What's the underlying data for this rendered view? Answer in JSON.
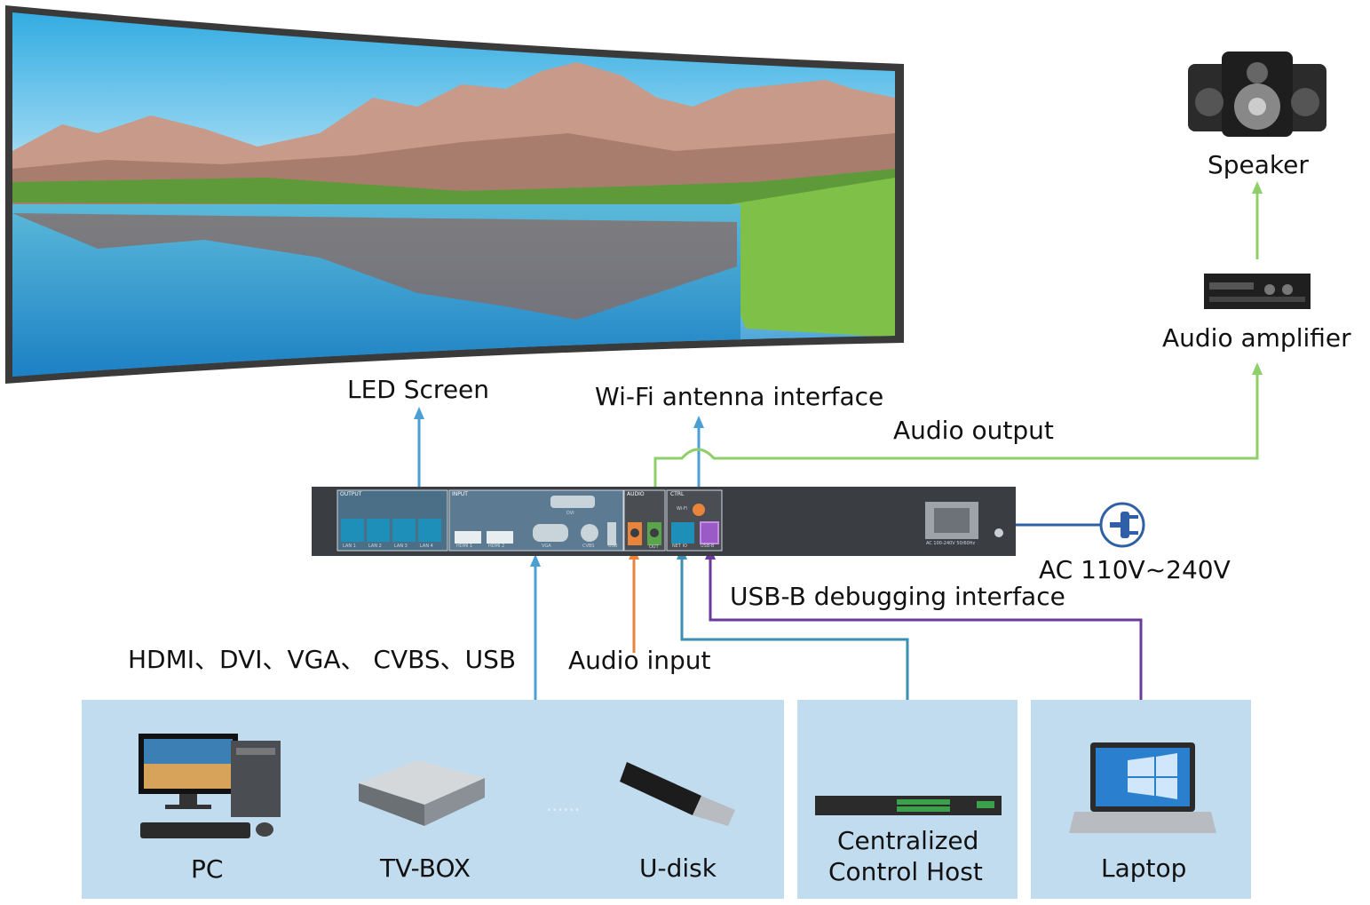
{
  "labels": {
    "led_screen": "LED Screen",
    "wifi_antenna": "Wi-Fi antenna interface",
    "audio_output": "Audio output",
    "speaker": "Speaker",
    "audio_amplifier": "Audio amplifier",
    "ac_power": "AC 110V~240V",
    "usb_b_debug": "USB-B debugging interface",
    "video_inputs": "HDMI、DVI、VGA、 CVBS、USB",
    "audio_input": "Audio input",
    "pc": "PC",
    "tv_box": "TV-BOX",
    "ellipsis": "......",
    "u_disk": "U-disk",
    "central_control_line1": "Centralized",
    "central_control_line2": "Control Host",
    "laptop": "Laptop"
  },
  "device_panel": {
    "output": "OUTPUT",
    "input": "INPUT",
    "audio": "AUDIO",
    "ctrl": "CTRL",
    "dvi": "DVI",
    "hdmi1": "HDMI 1",
    "hdmi2": "HDMI 2",
    "vga": "VGA",
    "cvbs": "CVBS",
    "usb": "USB",
    "out": "OUT",
    "wifi": "Wi-Fi",
    "netio": "NET IO",
    "usb_b": "USB-B",
    "ac_rating": "AC 100-240V 50/60Hz",
    "lan_ports": [
      "LAN 1",
      "LAN 2",
      "LAN 3",
      "LAN 4"
    ]
  },
  "colors": {
    "blue_line": "#4a9fd4",
    "green_line": "#8fcf6a",
    "orange_line": "#e8843c",
    "teal_line": "#3b8fb0",
    "purple_line": "#6a3a9c",
    "power_blue": "#2f5fa6",
    "panel_bg": "#c2dcef",
    "device_body": "#3a3d42"
  },
  "icons": [
    "led-screen-image",
    "speaker-icon",
    "amplifier-icon",
    "power-plug-icon",
    "pc-icon",
    "tv-box-icon",
    "u-disk-icon",
    "control-host-icon",
    "laptop-icon"
  ]
}
